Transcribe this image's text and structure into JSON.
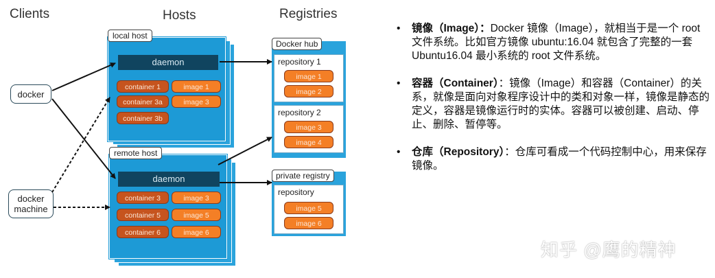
{
  "headings": {
    "clients": "Clients",
    "hosts": "Hosts",
    "registries": "Registries"
  },
  "clients": {
    "docker": "docker",
    "docker_machine_1": "docker",
    "docker_machine_2": "machine"
  },
  "local_host": {
    "label": "local host",
    "daemon": "daemon",
    "containers": [
      "container 1",
      "container 3a",
      "container 3b"
    ],
    "images": [
      "image 1",
      "image 3"
    ]
  },
  "remote_host": {
    "label": "remote host",
    "daemon": "daemon",
    "containers": [
      "container 3",
      "container 5",
      "container 6"
    ],
    "images": [
      "image 3",
      "image 5",
      "image 6"
    ]
  },
  "docker_hub": {
    "label": "Docker hub",
    "repos": [
      {
        "label": "repository 1",
        "images": [
          "image 1",
          "image 2"
        ]
      },
      {
        "label": "repository 2",
        "images": [
          "image 3",
          "image 4"
        ]
      }
    ]
  },
  "private_registry": {
    "label": "private registry",
    "repo": {
      "label": "repository",
      "images": [
        "image 5",
        "image 6"
      ]
    }
  },
  "notes": [
    {
      "title": "镜像（Image）：",
      "body": "Docker 镜像（Image），就相当于是一个 root 文件系统。比如官方镜像 ubuntu:16.04 就包含了完整的一套 Ubuntu16.04 最小系统的 root 文件系统。"
    },
    {
      "title": "容器（Container）",
      "body": "：镜像（Image）和容器（Container）的关系，就像是面向对象程序设计中的类和对象一样，镜像是静态的定义，容器是镜像运行时的实体。容器可以被创建、启动、停止、删除、暂停等。"
    },
    {
      "title": "仓库（Repository）",
      "body": "：仓库可看成一个代码控制中心，用来保存镜像。"
    }
  ],
  "bullet": "•",
  "watermark": "知乎 @鹰的精神",
  "colors": {
    "host": "#1d9ad6",
    "daemon": "#10445f",
    "container": "#c6541e",
    "image": "#f47f26",
    "arrow": "#111111"
  }
}
